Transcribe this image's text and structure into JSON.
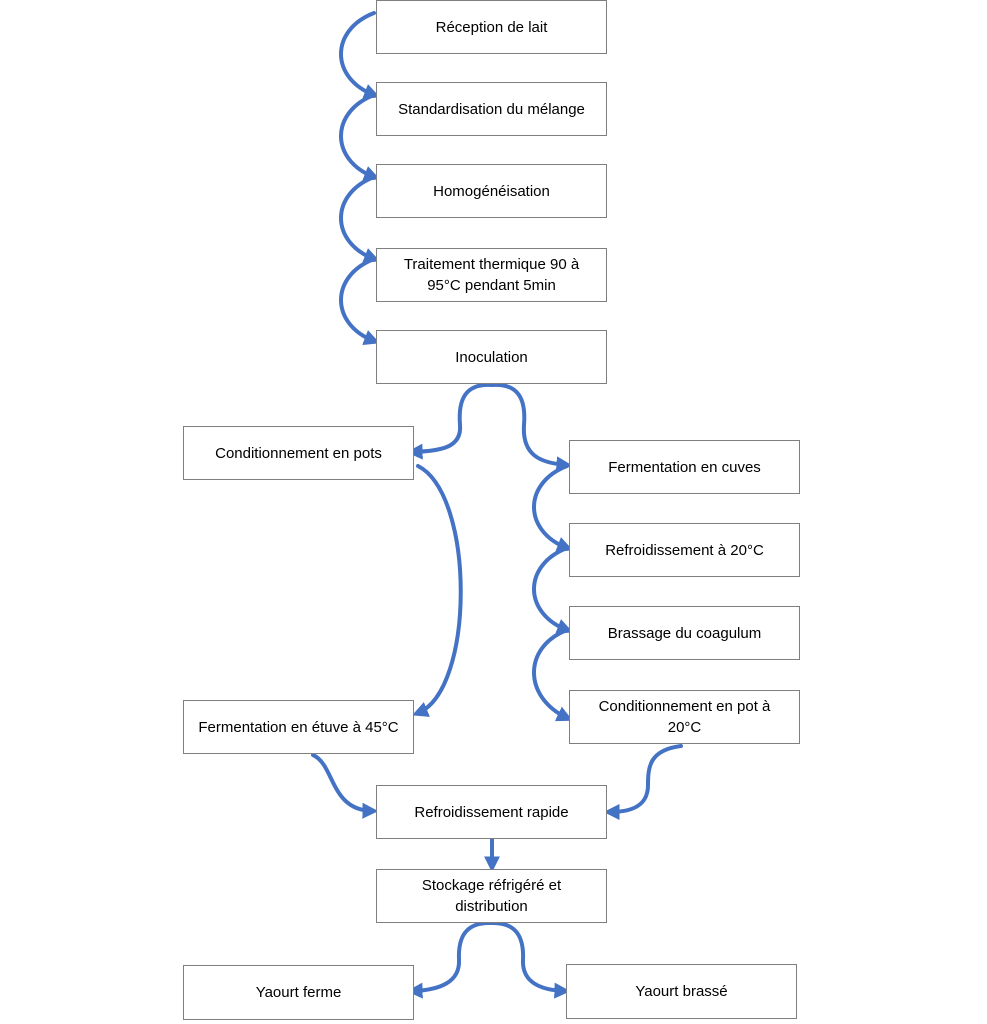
{
  "diagram": {
    "colors": {
      "arrow": "#4472c4",
      "box_border": "#7f7f7f",
      "text": "#000000"
    },
    "nodes": {
      "reception": "Réception de lait",
      "standardisation": "Standardisation du mélange",
      "homogeneisation": "Homogénéisation",
      "traitement": "Traitement thermique 90 à 95°C pendant 5min",
      "inoculation": "Inoculation",
      "conditionnement_pots": "Conditionnement en pots",
      "fermentation_etuve": "Fermentation en étuve à 45°C",
      "fermentation_cuves": "Fermentation en cuves",
      "refroidissement_20": "Refroidissement à 20°C",
      "brassage": "Brassage du coagulum",
      "conditionnement_pot_20": "Conditionnement en pot à 20°C",
      "refroidissement_rapide": "Refroidissement rapide",
      "stockage": "Stockage réfrigéré et distribution",
      "yaourt_ferme": "Yaourt ferme",
      "yaourt_brasse": "Yaourt brassé"
    },
    "edges": [
      [
        "reception",
        "standardisation"
      ],
      [
        "standardisation",
        "homogeneisation"
      ],
      [
        "homogeneisation",
        "traitement"
      ],
      [
        "traitement",
        "inoculation"
      ],
      [
        "inoculation",
        "conditionnement_pots"
      ],
      [
        "inoculation",
        "fermentation_cuves"
      ],
      [
        "conditionnement_pots",
        "fermentation_etuve"
      ],
      [
        "fermentation_cuves",
        "refroidissement_20"
      ],
      [
        "refroidissement_20",
        "brassage"
      ],
      [
        "brassage",
        "conditionnement_pot_20"
      ],
      [
        "fermentation_etuve",
        "refroidissement_rapide"
      ],
      [
        "conditionnement_pot_20",
        "refroidissement_rapide"
      ],
      [
        "refroidissement_rapide",
        "stockage"
      ],
      [
        "stockage",
        "yaourt_ferme"
      ],
      [
        "stockage",
        "yaourt_brasse"
      ]
    ]
  }
}
